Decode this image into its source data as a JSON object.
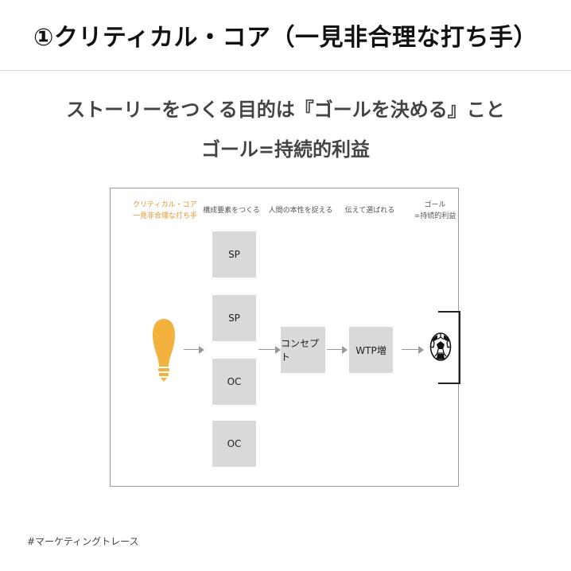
{
  "slide": {
    "title": "①クリティカル・コア（一見非合理な打ち手）",
    "subtitle_line1": "ストーリーをつくる目的は『ゴールを決める』こと",
    "subtitle_line2": "ゴール=持続的利益",
    "footer": "#マーケティングトレース"
  },
  "diagram": {
    "headers": {
      "core_line1": "クリティカル・コア",
      "core_line2": "一見非合理な打ち手",
      "elements": "構成要素をつくる",
      "concept_head": "人間の本性を捉える",
      "wtp_head": "伝えて選ばれる",
      "goal_line1": "ゴール",
      "goal_line2": "=持続的利益"
    },
    "boxes": {
      "sp1": "SP",
      "sp2": "SP",
      "oc1": "OC",
      "oc2": "OC",
      "concept": "コンセプト",
      "wtp": "WTP増"
    },
    "icons": {
      "core": "lightbulb-icon",
      "goal": "soccer-ball-icon"
    },
    "colors": {
      "accent": "#e8952d",
      "bulb": "#f3b13e",
      "box": "#d9d9d9",
      "arrow": "#999999"
    }
  }
}
